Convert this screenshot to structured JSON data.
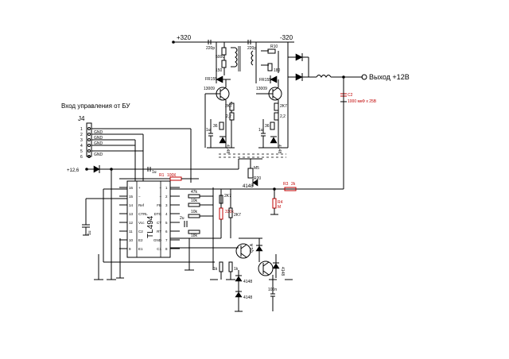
{
  "labels": {
    "v320_pos": "+320",
    "v320_neg": "-320",
    "output": "Выход +12В",
    "input_title": "Вход управления от БУ",
    "connector": "J4",
    "v12_6": "+12,6",
    "chip": "TL494"
  },
  "connector_pins": [
    {
      "num": "1",
      "label": ""
    },
    {
      "num": "2",
      "label": "GND"
    },
    {
      "num": "3",
      "label": "GND"
    },
    {
      "num": "4",
      "label": "GND"
    },
    {
      "num": "5",
      "label": ""
    },
    {
      "num": "6",
      "label": "GND"
    }
  ],
  "components": {
    "c_top_left": "220p",
    "c_top_right": "220p",
    "c_r10": "R10",
    "r_5000": "5000",
    "r_150": "150",
    "r_180": "180",
    "fr_left": "FR155",
    "fr_right": "FR155",
    "q_left": "13009",
    "q_right": "13009",
    "r_2k7_a": "2K7",
    "r_2k7_b": "2K7",
    "r_2_2_a": "2,2",
    "r_2_2_b": "2,2",
    "r_36_a": "36",
    "r_36_b": "36",
    "c_1u_a": "1u",
    "c_1u_b": "1u",
    "d_4148_a": "4148",
    "d_4148_b": "4148",
    "c2": "C2",
    "c2_value": "1000 мкФ х 25В",
    "r1": "R1",
    "r1_value": "100К",
    "r_m5": "M5",
    "r_r20": "R20",
    "d_4148_mid": "4148",
    "r3": "R3",
    "r3_value": "2k",
    "r4": "R4",
    "r4_value": "M",
    "r_47k": "47k",
    "r_10k": "10k",
    "r_10k_b": "10k",
    "c_2u": "2u",
    "r_18k": "18k",
    "r_330k": "330k",
    "r_2k7_c": "2K7",
    "r_2k7_d": "2K7",
    "c_1u_c": "1u",
    "q_mid": "Q1 A",
    "d_4148_r": "4148",
    "r_1k_a": "1k",
    "r_1k_b": "1k",
    "d_4148_c": "4148",
    "d_4148_d": "4148",
    "r_100n": "100n"
  },
  "chip_pins_left": [
    {
      "num": "16",
      "name": "+"
    },
    {
      "num": "15",
      "name": "−"
    },
    {
      "num": "14",
      "name": "Ref"
    },
    {
      "num": "13",
      "name": "CTRL"
    },
    {
      "num": "12",
      "name": "Vcc"
    },
    {
      "num": "11",
      "name": "C2"
    },
    {
      "num": "10",
      "name": "E2"
    },
    {
      "num": "9",
      "name": "E1"
    }
  ],
  "chip_pins_right": [
    {
      "num": "1",
      "name": "+"
    },
    {
      "num": "2",
      "name": "−"
    },
    {
      "num": "3",
      "name": "FB"
    },
    {
      "num": "4",
      "name": "DTC"
    },
    {
      "num": "5",
      "name": "CT"
    },
    {
      "num": "6",
      "name": "RT"
    },
    {
      "num": "7",
      "name": "GND"
    },
    {
      "num": "8",
      "name": "C1"
    }
  ]
}
